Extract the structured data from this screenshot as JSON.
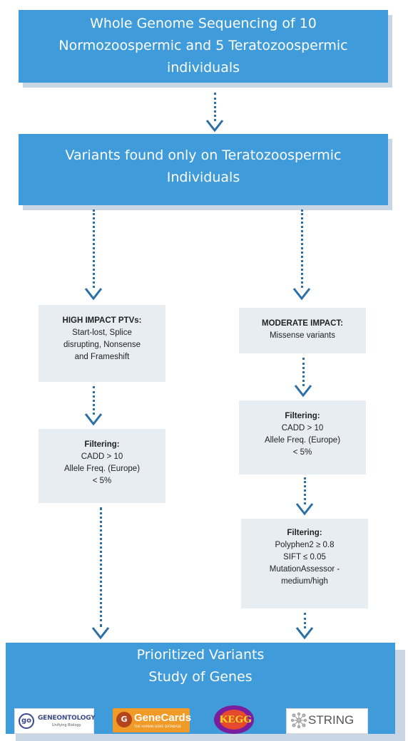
{
  "nodes": {
    "top": {
      "lines": [
        "Whole Genome Sequencing of 10",
        "Normozoospermic and 5 Teratozoospermic",
        "individuals"
      ]
    },
    "variants": {
      "lines": [
        "Variants found only on Teratozoospermic",
        "Individuals"
      ]
    },
    "high_impact": {
      "heading": "HIGH IMPACT PTVs:",
      "lines": [
        "Start-lost, Splice",
        "disrupting, Nonsense",
        "and Frameshift"
      ]
    },
    "moderate_impact": {
      "heading": "MODERATE IMPACT:",
      "lines": [
        "Missense variants"
      ]
    },
    "filter_left": {
      "heading": "Filtering:",
      "lines": [
        "CADD > 10",
        "Allele Freq. (Europe)",
        "< 5%"
      ]
    },
    "filter_right_1": {
      "heading": "Filtering:",
      "lines": [
        "CADD > 10",
        "Allele Freq. (Europe)",
        "< 5%"
      ]
    },
    "filter_right_2": {
      "heading": "Filtering:",
      "lines": [
        "Polyphen2 ≥ 0.8",
        "SIFT ≤ 0.05",
        "MutationAssessor -",
        "medium/high"
      ]
    },
    "bottom": {
      "lines": [
        "Prioritized Variants",
        "Study of Genes"
      ]
    }
  },
  "logos": {
    "geneontology": {
      "name": "GENEONTOLOGY",
      "tagline": "Unifying Biology",
      "icon": "go"
    },
    "genecards": {
      "name": "GeneCards",
      "tagline": "THE HUMAN GENE DATABASE",
      "icon": "gc"
    },
    "kegg": {
      "name": "KEGG",
      "icon": "kegg"
    },
    "string": {
      "name": "STRING",
      "icon": "string-network-icon"
    }
  },
  "colors": {
    "box_blue": "#3f9bd9",
    "box_shadow": "#c9d6e3",
    "small_box": "#e8edf2",
    "arrow": "#2a6fa8"
  }
}
